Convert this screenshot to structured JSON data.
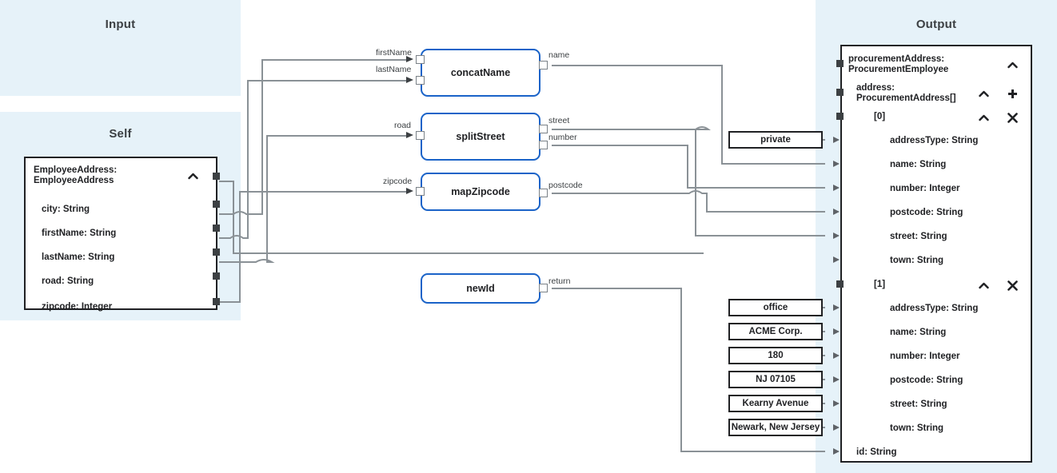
{
  "zones": {
    "input": {
      "title": "Input"
    },
    "self": {
      "title": "Self"
    },
    "output": {
      "title": "Output"
    }
  },
  "self_schema": {
    "header": "EmployeeAddress:\nEmployeeAddress",
    "collapse_icon": "chevron-up-icon",
    "fields": [
      {
        "label": "city: String"
      },
      {
        "label": "firstName: String"
      },
      {
        "label": "lastName: String"
      },
      {
        "label": "road: String"
      },
      {
        "label": "zipcode: Integer"
      }
    ]
  },
  "output_schema": {
    "rows": [
      {
        "label": "procurementAddress:\nProcurementEmployee",
        "indent": 0,
        "actions": [
          "chevron-up-icon"
        ],
        "port": "square"
      },
      {
        "label": "address:\nProcurementAddress[]",
        "indent": 1,
        "actions": [
          "chevron-up-icon",
          "plus-icon"
        ],
        "port": "square"
      },
      {
        "label": "[0]",
        "indent": 2,
        "actions": [
          "chevron-up-icon",
          "close-icon"
        ],
        "port": "square"
      },
      {
        "label": "addressType: String",
        "indent": 3,
        "actions": [],
        "port": "arrow"
      },
      {
        "label": "name: String",
        "indent": 3,
        "actions": [],
        "port": "arrow"
      },
      {
        "label": "number: Integer",
        "indent": 3,
        "actions": [],
        "port": "arrow"
      },
      {
        "label": "postcode: String",
        "indent": 3,
        "actions": [],
        "port": "arrow"
      },
      {
        "label": "street: String",
        "indent": 3,
        "actions": [],
        "port": "arrow"
      },
      {
        "label": "town: String",
        "indent": 3,
        "actions": [],
        "port": "arrow"
      },
      {
        "label": "[1]",
        "indent": 2,
        "actions": [
          "chevron-up-icon",
          "close-icon"
        ],
        "port": "square"
      },
      {
        "label": "addressType: String",
        "indent": 3,
        "actions": [],
        "port": "arrow"
      },
      {
        "label": "name: String",
        "indent": 3,
        "actions": [],
        "port": "arrow"
      },
      {
        "label": "number: Integer",
        "indent": 3,
        "actions": [],
        "port": "arrow"
      },
      {
        "label": "postcode: String",
        "indent": 3,
        "actions": [],
        "port": "arrow"
      },
      {
        "label": "street: String",
        "indent": 3,
        "actions": [],
        "port": "arrow"
      },
      {
        "label": "town: String",
        "indent": 3,
        "actions": [],
        "port": "arrow"
      },
      {
        "label": "id: String",
        "indent": 1,
        "actions": [],
        "port": "arrow"
      }
    ]
  },
  "function_nodes": [
    {
      "name": "concatName",
      "inputs": [
        "firstName",
        "lastName"
      ],
      "outputs": [
        "name"
      ]
    },
    {
      "name": "splitStreet",
      "inputs": [
        "road"
      ],
      "outputs": [
        "street",
        "number"
      ]
    },
    {
      "name": "mapZipcode",
      "inputs": [
        "zipcode"
      ],
      "outputs": [
        "postcode"
      ]
    },
    {
      "name": "newId",
      "inputs": [],
      "outputs": [
        "return"
      ]
    }
  ],
  "constants": [
    {
      "value": "private"
    },
    {
      "value": "office"
    },
    {
      "value": "ACME Corp."
    },
    {
      "value": "180"
    },
    {
      "value": "NJ 07105"
    },
    {
      "value": "Kearny Avenue"
    },
    {
      "value": "Newark, New Jersey"
    }
  ],
  "colors": {
    "zone_background": "#e6f2f9",
    "node_border": "#1a63c8",
    "schema_border": "#202124",
    "wire": "#8a9196",
    "text": "#202124"
  }
}
